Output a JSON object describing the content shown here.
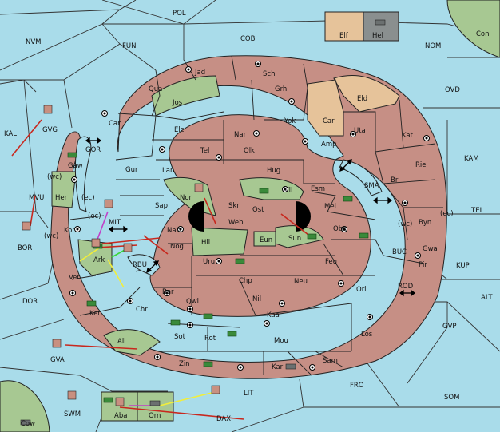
{
  "colors": {
    "sea": "#a9dcea",
    "land_red": "#c68f85",
    "land_green": "#a7c892",
    "land_tan": "#e6c39a",
    "land_grey": "#8a8f8f",
    "arrow_red": "#c8281e",
    "arrow_yellow": "#f2ee3a",
    "arrow_magenta": "#c040c8",
    "unit_army": "#3a8a3a",
    "unit_fleet": "#6b7070",
    "unit_dislodged": "#c89080"
  },
  "sea_labels": [
    "POL",
    "NVM",
    "FUN",
    "COB",
    "NOM",
    "Con",
    "OVD",
    "KAL",
    "GVG",
    "GOR",
    "KAM",
    "MVU",
    "SMA",
    "TEI",
    "BOR",
    "MIT",
    "RBU",
    "BUC",
    "KUP",
    "DOR",
    "ROD",
    "ALT",
    "GVP",
    "GVA",
    "FRO",
    "SOM",
    "SWM",
    "LIT",
    "Cow",
    "DAX"
  ],
  "land_labels": [
    "Jad",
    "Sch",
    "Qua",
    "Jos",
    "Grh",
    "Eld",
    "Can",
    "Yok",
    "Car",
    "Elc",
    "Nar",
    "Uta",
    "Kat",
    "Tel",
    "Olk",
    "Amp",
    "Gaw",
    "Gur",
    "Lan",
    "Hug",
    "Rie",
    "Her",
    "Vil",
    "Esm",
    "Bri",
    "Nor",
    "Skr",
    "Sap",
    "Ost",
    "Web",
    "Mel",
    "Byn",
    "Kor",
    "Nab",
    "Eun",
    "Sun",
    "Obs",
    "Gwa",
    "Hil",
    "Ark",
    "Nog",
    "Uru",
    "Feu",
    "Pir",
    "Ver",
    "Chp",
    "Neu",
    "Bar",
    "Qwi",
    "Nil",
    "Orl",
    "Ken",
    "Chr",
    "Kaa",
    "Sot",
    "Rot",
    "Los",
    "Ail",
    "Mou",
    "Zin",
    "Kar",
    "Sam",
    "Elf",
    "Hel",
    "Aba",
    "Orn"
  ],
  "coast_labels": [
    "(wc)",
    "(ec)",
    "(ec)",
    "(wc)",
    "(wc)",
    "(ec)"
  ]
}
